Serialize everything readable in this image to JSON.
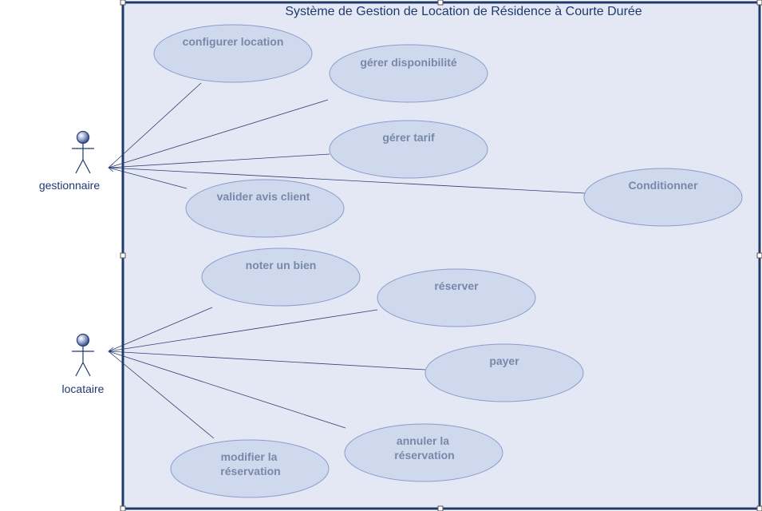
{
  "system": {
    "title": "Système de Gestion de Location de Résidence à Courte Durée"
  },
  "actors": [
    {
      "id": "gestionnaire",
      "label": "gestionnaire"
    },
    {
      "id": "locataire",
      "label": "locataire"
    }
  ],
  "use_cases": [
    {
      "id": "configurer-location",
      "lines": [
        "configurer location"
      ],
      "actor": "gestionnaire"
    },
    {
      "id": "gerer-disponibilite",
      "lines": [
        "gérer disponibilité"
      ],
      "actor": "gestionnaire"
    },
    {
      "id": "gerer-tarif",
      "lines": [
        "gérer tarif"
      ],
      "actor": "gestionnaire"
    },
    {
      "id": "valider-avis-client",
      "lines": [
        "valider avis client"
      ],
      "actor": "gestionnaire"
    },
    {
      "id": "conditionner",
      "lines": [
        "Conditionner"
      ],
      "actor": "gestionnaire"
    },
    {
      "id": "noter-un-bien",
      "lines": [
        "noter un bien"
      ],
      "actor": "locataire"
    },
    {
      "id": "reserver",
      "lines": [
        "réserver"
      ],
      "actor": "locataire"
    },
    {
      "id": "payer",
      "lines": [
        "payer"
      ],
      "actor": "locataire"
    },
    {
      "id": "annuler-la-reservation",
      "lines": [
        "annuler la",
        "réservation"
      ],
      "actor": "locataire"
    },
    {
      "id": "modifier-la-reservation",
      "lines": [
        "modifier la",
        "réservation"
      ],
      "actor": "locataire"
    }
  ],
  "colors": {
    "system_fill": "#e4e8f4",
    "system_border": "#1f3a6e",
    "ellipse_fill": "#cfd9ee",
    "ellipse_stroke": "#8a9ccc",
    "line": "#2d3f75",
    "text": "#7888a8"
  }
}
